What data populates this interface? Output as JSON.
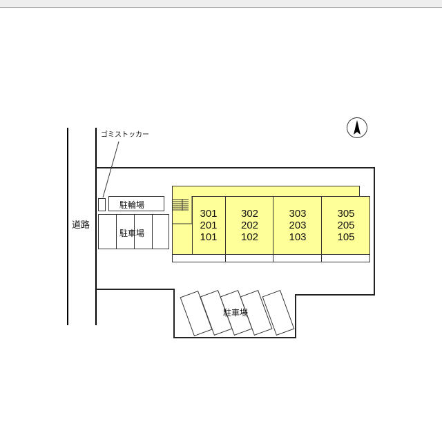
{
  "labels": {
    "garbage": "ゴミストッカー",
    "road": "道路",
    "bicycle_parking": "駐輪場",
    "parking_left": "駐車場",
    "parking_bottom": "駐車場"
  },
  "units": [
    {
      "floor3": "301",
      "floor2": "201",
      "floor1": "101"
    },
    {
      "floor3": "302",
      "floor2": "202",
      "floor1": "102"
    },
    {
      "floor3": "303",
      "floor2": "203",
      "floor1": "103"
    },
    {
      "floor3": "305",
      "floor2": "205",
      "floor1": "105"
    }
  ],
  "colors": {
    "building": "#ffff99"
  },
  "icons": {
    "north": "north-arrow-icon"
  }
}
